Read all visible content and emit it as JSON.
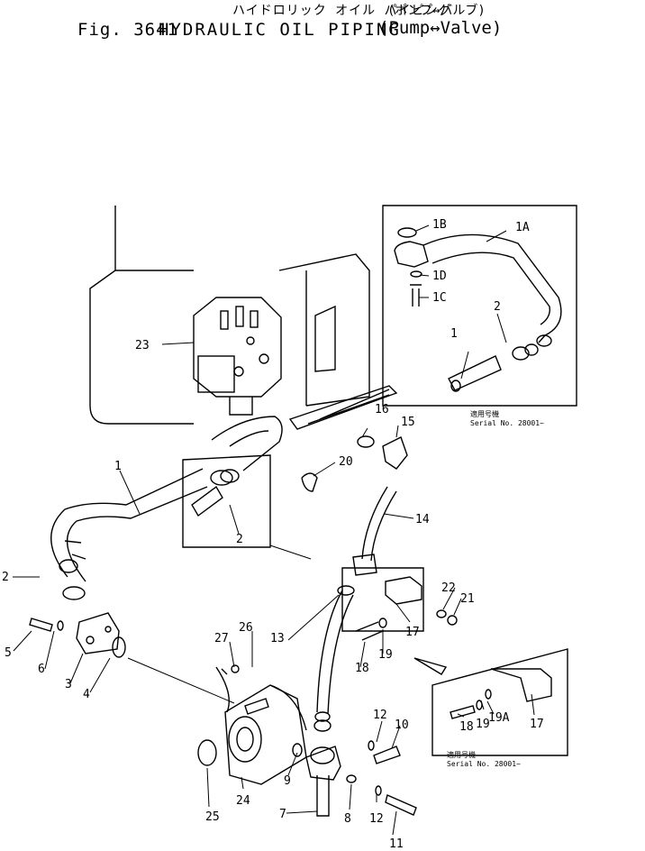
{
  "title": {
    "fig": "Fig. 3641",
    "name": "HYDRAULIC OIL PIPING",
    "jp_name": "ハイドロリック オイル パイピング",
    "jp_sub": "(ポンプ↔バルブ)",
    "sub": "(Pump↔Valve)"
  },
  "serial_notes": [
    {
      "jp": "適用号機",
      "text": "Serial No. 28001~"
    },
    {
      "jp": "適用号機",
      "text": "Serial No. 28001~"
    }
  ],
  "callouts": [
    "1B",
    "1A",
    "1D",
    "1C",
    "2",
    "1",
    "23",
    "16",
    "15",
    "20",
    "14",
    "1",
    "2",
    "2",
    "5",
    "6",
    "3",
    "4",
    "22",
    "21",
    "17",
    "19",
    "18",
    "26",
    "27",
    "13",
    "12",
    "10",
    "19",
    "19A",
    "17",
    "18",
    "9",
    "12",
    "24",
    "25",
    "7",
    "8",
    "11"
  ]
}
